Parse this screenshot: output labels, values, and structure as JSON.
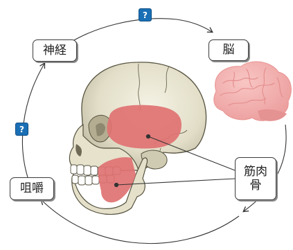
{
  "labels": {
    "nerve": "神経",
    "brain": "脳",
    "chewing": "咀嚼",
    "muscle_bone": "筋肉\n骨"
  },
  "question_badges": [
    "?",
    "?"
  ],
  "colors": {
    "badge_fill": "#1a6fb5",
    "badge_border": "#0d4f86",
    "muscle": "#e07272",
    "bone": "#dcd8c2",
    "bone_shadow": "#b9b39a",
    "brain": "#f1aaa9",
    "brain_dark": "#e59292",
    "cycle_line": "#333333"
  }
}
